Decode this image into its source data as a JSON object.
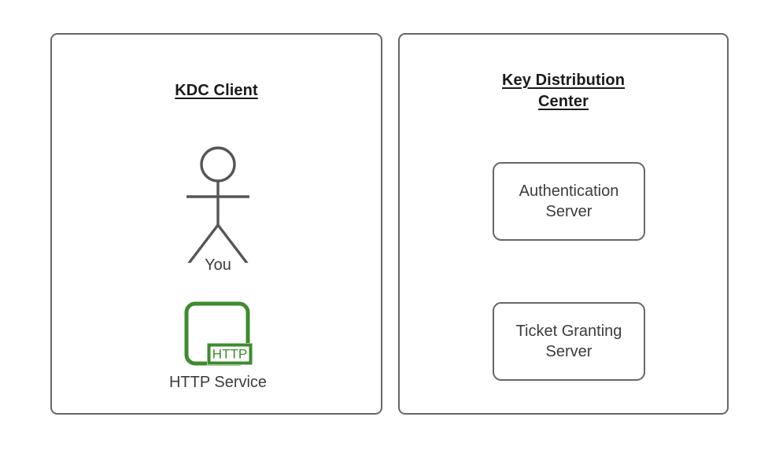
{
  "diagram": {
    "background_color": "#ffffff",
    "stroke_color": "#666666",
    "text_color": "#3c3c3c",
    "title_color": "#1a1a1a",
    "accent_green": "#3d8b2e"
  },
  "panels": [
    {
      "id": "kdc-client",
      "title_lines": [
        "KDC Client"
      ],
      "actor": {
        "icon": "stick-figure-icon",
        "label": "You"
      },
      "service": {
        "icon": "http-service-icon",
        "badge_text": "HTTP",
        "label": "HTTP Service"
      }
    },
    {
      "id": "key-distribution-center",
      "title_lines": [
        "Key Distribution",
        "Center"
      ],
      "boxes": [
        {
          "id": "authentication-server",
          "lines": [
            "Authentication",
            "Server"
          ]
        },
        {
          "id": "ticket-granting-server",
          "lines": [
            "Ticket Granting",
            "Server"
          ]
        }
      ]
    }
  ]
}
